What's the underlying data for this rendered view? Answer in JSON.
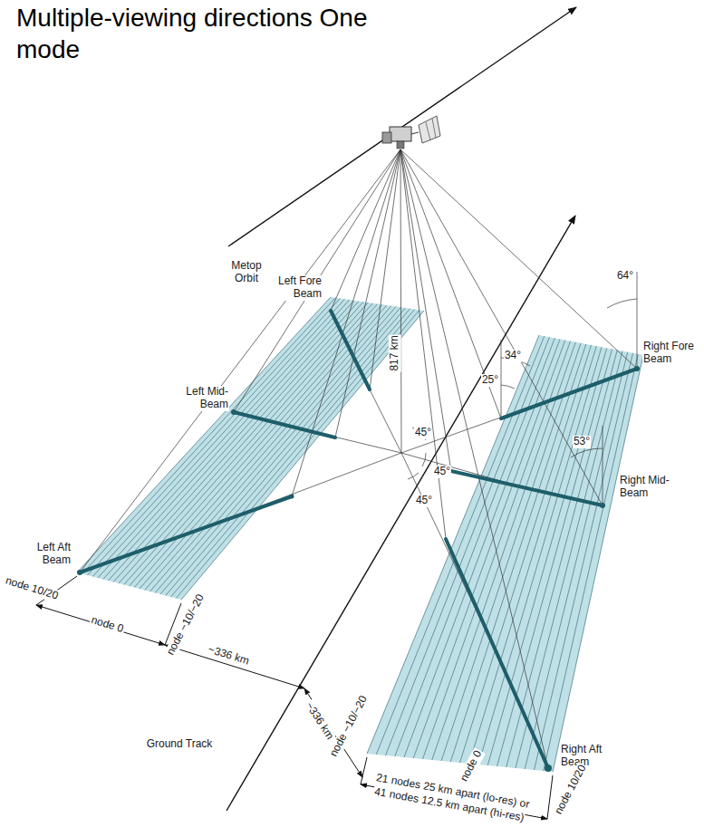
{
  "diagram": {
    "title": "Multiple-viewing directions One mode",
    "labels": [
      "Metop Orbit",
      "Left Fore Beam",
      "Left Mid-Beam",
      "Left Aft Beam",
      "817 km",
      "64°",
      "34°",
      "25°",
      "Right Fore Beam",
      "53°",
      "45°",
      "45°",
      "45°",
      "Right Mid-Beam",
      "Right Aft Beam",
      "node 10/20",
      "node 0",
      "node −10/−20",
      "~336 km",
      "Ground Track",
      "~336 km",
      "node −10/−20",
      "node 0",
      "node 10/20",
      "21 nodes 25 km apart (lo-res) or",
      "41 nodes 12.5 km apart (hi-res)"
    ]
  }
}
